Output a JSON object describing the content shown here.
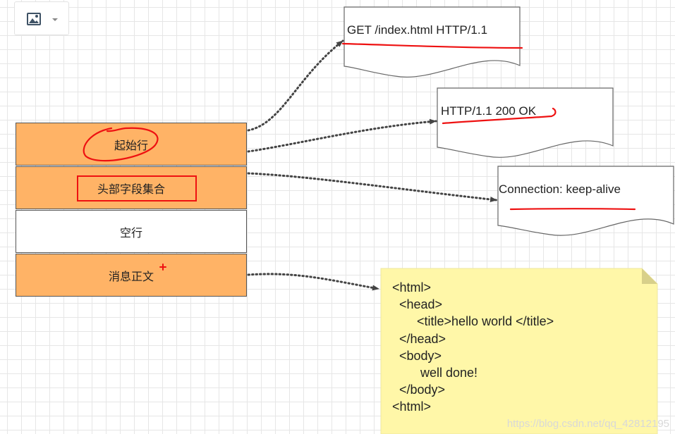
{
  "toolbar": {
    "image_button_icon": "image-icon",
    "dropdown_icon": "caret-down-icon"
  },
  "message_parts": [
    {
      "label": "起始行"
    },
    {
      "label": "头部字段集合"
    },
    {
      "label": "空行"
    },
    {
      "label": "消息正文"
    }
  ],
  "docs": {
    "request_line": "GET /index.html HTTP/1.1",
    "status_line": "HTTP/1.1 200 OK",
    "header_field": "Connection: keep-alive"
  },
  "note": {
    "lines": [
      "<html>",
      "  <head>",
      "       <title>hello world </title>",
      "  </head>",
      "  <body>",
      "        well done!",
      "  </body>",
      "<html>"
    ]
  },
  "watermark": "https://blog.csdn.net/qq_42812195",
  "colors": {
    "block_orange": "#ffb366",
    "note_yellow": "#fff7a8",
    "annotation_red": "#ee1111",
    "arrow": "#444444"
  }
}
